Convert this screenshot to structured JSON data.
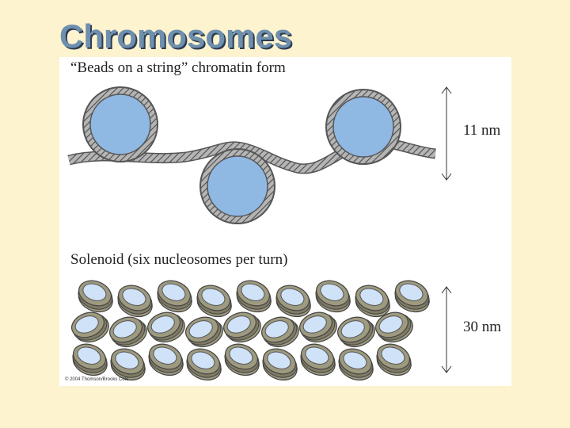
{
  "slide": {
    "title": "Chromosomes"
  },
  "figure": {
    "beads": {
      "caption": "“Beads on a string” chromatin form",
      "dimension": "11 nm"
    },
    "solenoid": {
      "caption": "Solenoid (six nucleosomes per turn)",
      "dimension": "30 nm"
    },
    "copyright": "© 2004 Thomson/Brooks Cole"
  },
  "colors": {
    "background": "#fdf3cf",
    "title": "#6e8fae",
    "nucleosome_core": "#8fb8e3",
    "dna_strand": "#a9a9a9",
    "solenoid_disc": "#cfe2f7",
    "solenoid_band": "#9e9a80"
  }
}
